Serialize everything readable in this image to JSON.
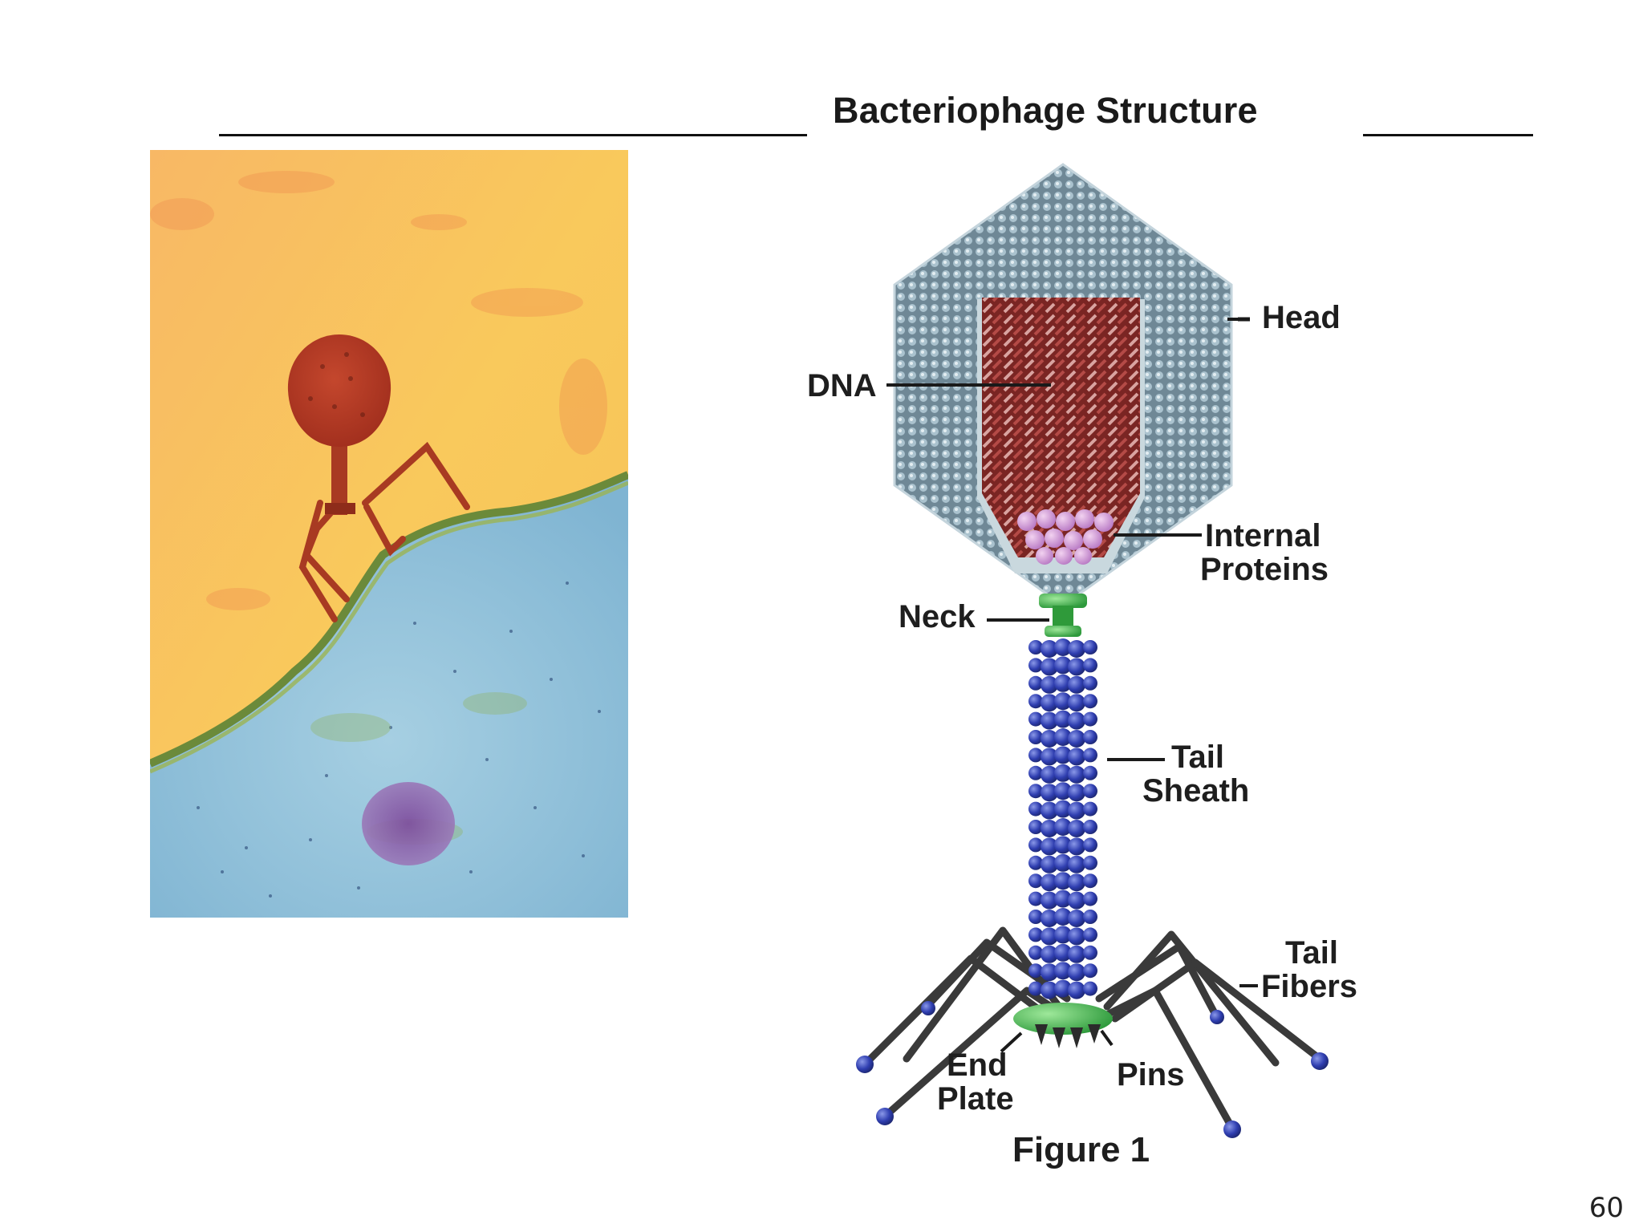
{
  "slide": {
    "title": "Bacteriophage Structure",
    "page_number": "60"
  },
  "diagram": {
    "labels": {
      "head": "Head",
      "dna": "DNA",
      "internal_1": "Internal",
      "internal_2": "Proteins",
      "neck": "Neck",
      "tail_1": "Tail",
      "tail_2": "Sheath",
      "fibers_1": "Tail",
      "fibers_2": "Fibers",
      "end_1": "End",
      "end_2": "Plate",
      "pins": "Pins"
    },
    "caption": "Figure 1"
  },
  "colors": {
    "capsid": "#7d97a5",
    "dna": "#a83a38",
    "internal_proteins": "#d9a6d8",
    "neck": "#38b44a",
    "sheath": "#2c3aa8",
    "micro_background": "#f7c15a",
    "micro_cell": "#8bbcd6"
  }
}
